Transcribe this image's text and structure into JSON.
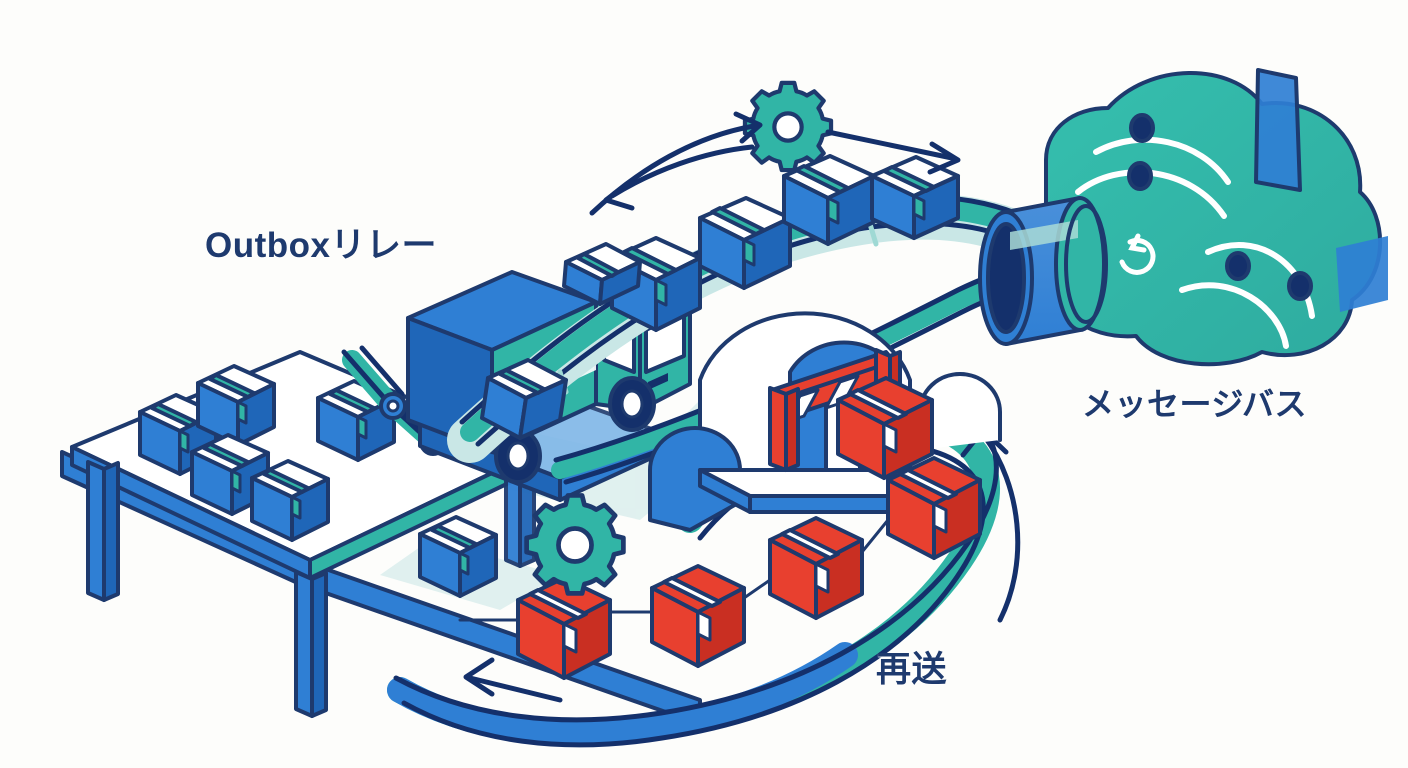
{
  "illustration": {
    "title": "Outbox Relay to Message Bus with Retry Loop",
    "style": "isometric flat line illustration",
    "background_color": "#fdfdfb"
  },
  "labels": {
    "outbox_relay": "Outboxリレー",
    "message_bus": "メッセージバス",
    "retry": "再送"
  },
  "palette": {
    "outline": "#1e3a6e",
    "navy": "#14306b",
    "blue": "#2f7fd4",
    "blue_dark": "#1f66b8",
    "blue_light": "#7fb7e8",
    "teal": "#31b5a6",
    "teal_light": "#9fd9d4",
    "teal_pale": "#c9e7e6",
    "red": "#e8402f",
    "red_dark": "#c92f22",
    "white": "#ffffff",
    "paper": "#fdfdfb"
  },
  "elements": {
    "table": {
      "name": "isometric-work-table",
      "box_count": 6,
      "box_color": "#2f7fd4",
      "tape_color": "#31b5a6"
    },
    "truck": {
      "name": "delivery-truck",
      "cab_color": "#31b5a6",
      "cargo_color": "#2f7fd4",
      "wheel_color": "#14306b"
    },
    "robot_arm": {
      "name": "robotic-pick-arm",
      "color": "#31b5a6",
      "joint_color": "#2f7fd4"
    },
    "conveyor": {
      "name": "ascending-conveyor-belt",
      "color": "#31b5a6",
      "box_count": 6
    },
    "cloud_bus": {
      "name": "message-bus-cloud",
      "body_color": "#31b5a6",
      "band_color": "#2f7fd4",
      "port_color": "#14306b",
      "dot_count": 4,
      "arc_count": 3,
      "refresh_glyph": "↻"
    },
    "gears": [
      {
        "name": "gear-top",
        "color": "#31b5a6",
        "teeth": 8
      },
      {
        "name": "gear-mid",
        "color": "#31b5a6",
        "teeth": 8
      }
    ],
    "arch": {
      "name": "blue-arch-gateway",
      "color": "#2f7fd4"
    },
    "barrier": {
      "name": "road-block-barrier",
      "color": "#e8402f",
      "stripe_color": "#ffffff"
    },
    "retry_loop": {
      "name": "retry-return-path",
      "box_count": 5,
      "box_color": "#e8402f",
      "path_colors": [
        "#2f7fd4",
        "#31b5a6"
      ]
    },
    "arrows": [
      {
        "name": "arrow-forward-to-gear",
        "direction": "right",
        "color": "#14306b"
      },
      {
        "name": "arrow-backward-from-gear",
        "direction": "left",
        "color": "#14306b"
      },
      {
        "name": "arrow-into-cloud",
        "direction": "right",
        "color": "#14306b"
      },
      {
        "name": "arrow-retry-up",
        "direction": "up",
        "color": "#14306b"
      },
      {
        "name": "arrow-retry-left",
        "direction": "left",
        "color": "#14306b"
      }
    ]
  }
}
